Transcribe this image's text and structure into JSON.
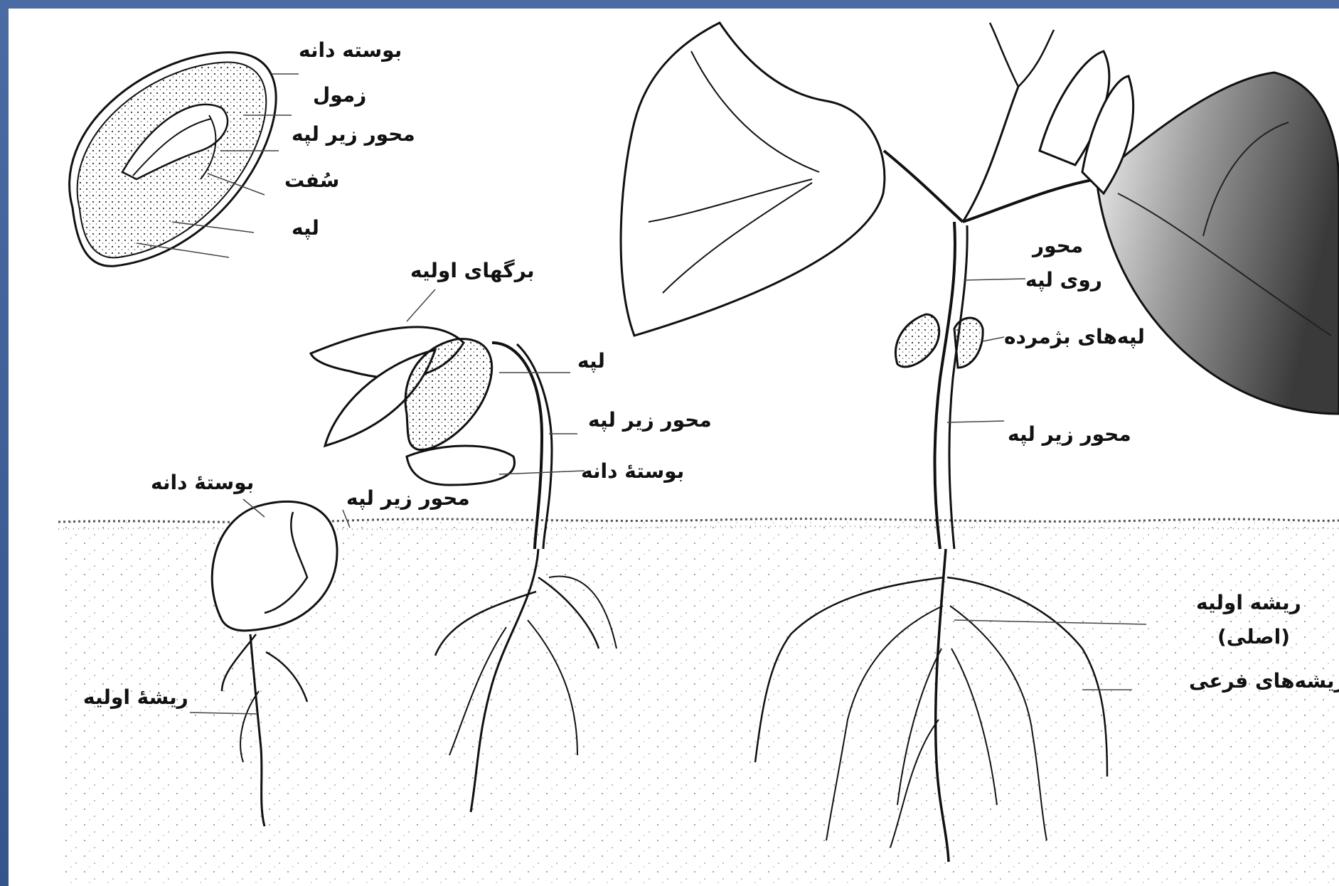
{
  "colors": {
    "frame": "#3d5f95",
    "panel": "#ffffff",
    "ink": "#111111"
  },
  "labels": {
    "seed_coat_1": "بوسته دانه",
    "plumule": "زمول",
    "hypocotyl_1": "محور زیر لپه",
    "hilum": "سُفت",
    "cotyledon_1": "لپه",
    "primary_leaves": "برگهای اولیه",
    "cotyledon_2": "لپه",
    "hypocotyl_2": "محور زیر لپه",
    "seed_coat_2": "بوستهٔ دانه",
    "seed_coat_3": "بوستهٔ دانه",
    "hypocotyl_3": "محور زیر لپه",
    "primary_root_1": "ریشهٔ اولیه",
    "epicotyl_1": "محور",
    "epicotyl_2": "روی لپه",
    "withered_cotyledons": "لپه‌های بژمرده",
    "hypocotyl_4": "محور زیر لپه",
    "primary_root_2a": "ریشه اولیه",
    "primary_root_2b": "(اصلی)",
    "lateral_roots": "ریشه‌های فرعی"
  }
}
